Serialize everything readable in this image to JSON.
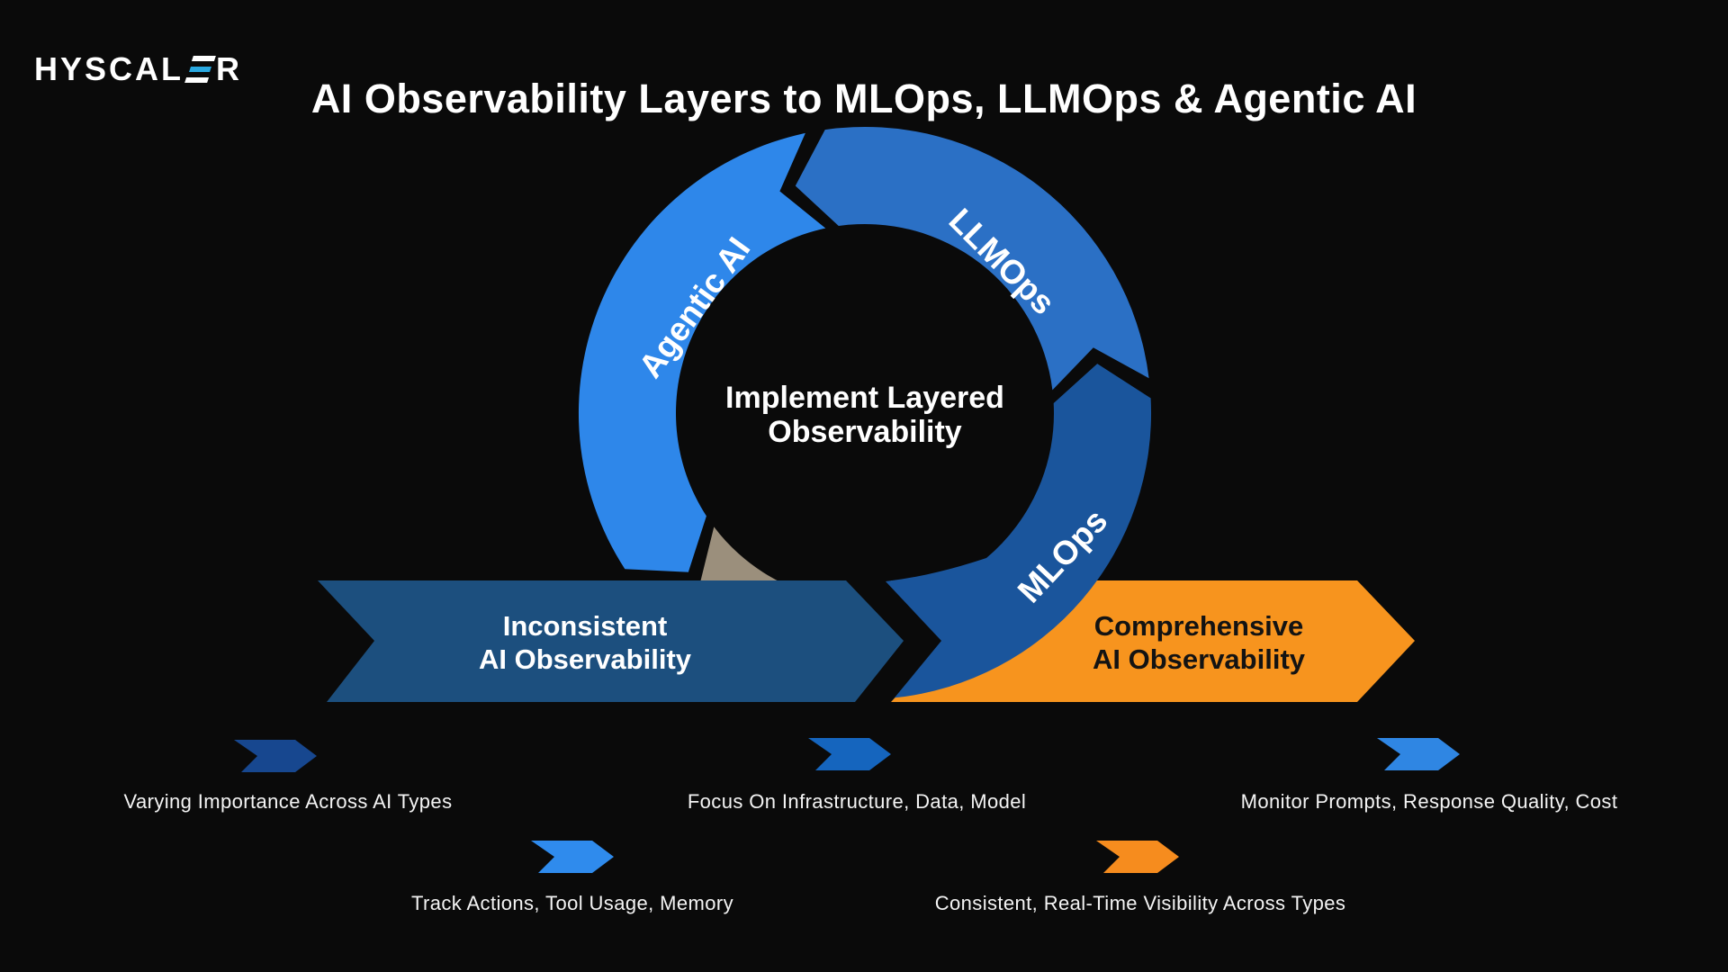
{
  "logo": {
    "text": "HYSCAL",
    "suffix": "R",
    "accent_color": "#29A8E0"
  },
  "title": "AI Observability Layers to MLOps, LLMOps & Agentic AI",
  "colors": {
    "background": "#0a0a0a",
    "agentic_segment": "#2E87EA",
    "llmops_segment": "#2B70C5",
    "mlops_segment": "#1A559C",
    "gray_segment": "#9B8F7C",
    "banner_blue": "#1C4F7E",
    "banner_orange": "#F7941E",
    "arrow_navy": "#17478F",
    "arrow_medium_blue": "#1565BE",
    "arrow_bright_blue": "#2F86E3",
    "arrow_light_blue": "#2F8BED",
    "arrow_orange": "#F68C1E"
  },
  "cycle": {
    "center_line1": "Implement Layered",
    "center_line2": "Observability",
    "segments": [
      {
        "label": "Agentic AI"
      },
      {
        "label": "LLMOps"
      },
      {
        "label": "MLOps"
      }
    ]
  },
  "banners": {
    "left": {
      "line1": "Inconsistent",
      "line2": "AI Observability"
    },
    "right": {
      "line1": "Comprehensive",
      "line2": "AI Observability"
    }
  },
  "callouts": [
    {
      "label": "Varying Importance Across AI Types"
    },
    {
      "label": "Focus On Infrastructure, Data, Model"
    },
    {
      "label": "Monitor Prompts, Response Quality, Cost"
    },
    {
      "label": "Track Actions, Tool Usage, Memory"
    },
    {
      "label": "Consistent, Real-Time Visibility Across Types"
    }
  ]
}
